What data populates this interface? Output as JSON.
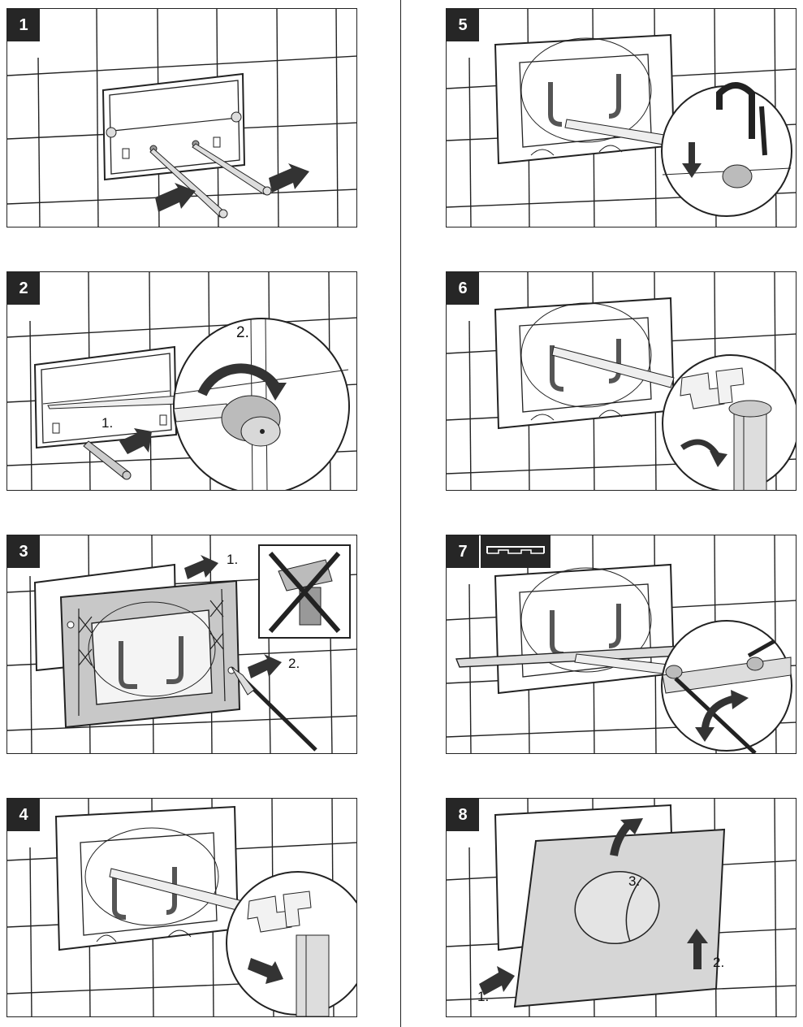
{
  "panels": [
    {
      "number": "1",
      "labels": []
    },
    {
      "number": "2",
      "labels": [
        "1.",
        "2."
      ]
    },
    {
      "number": "3",
      "labels": [
        "1.",
        "2."
      ]
    },
    {
      "number": "4",
      "labels": []
    },
    {
      "number": "5",
      "labels": []
    },
    {
      "number": "6",
      "labels": []
    },
    {
      "number": "7",
      "labels": []
    },
    {
      "number": "8",
      "labels": [
        "1.",
        "2.",
        "3."
      ]
    }
  ],
  "icons": {
    "no_drill": "no-drill-icon",
    "rotate": "rotate-arrow-icon",
    "push": "push-arrow-icon",
    "strip": "frame-strip-icon"
  },
  "colors": {
    "frame_gray": "#c8c8c8",
    "plate_gray": "#d6d6d6",
    "badge": "#262626",
    "line": "#222222"
  }
}
